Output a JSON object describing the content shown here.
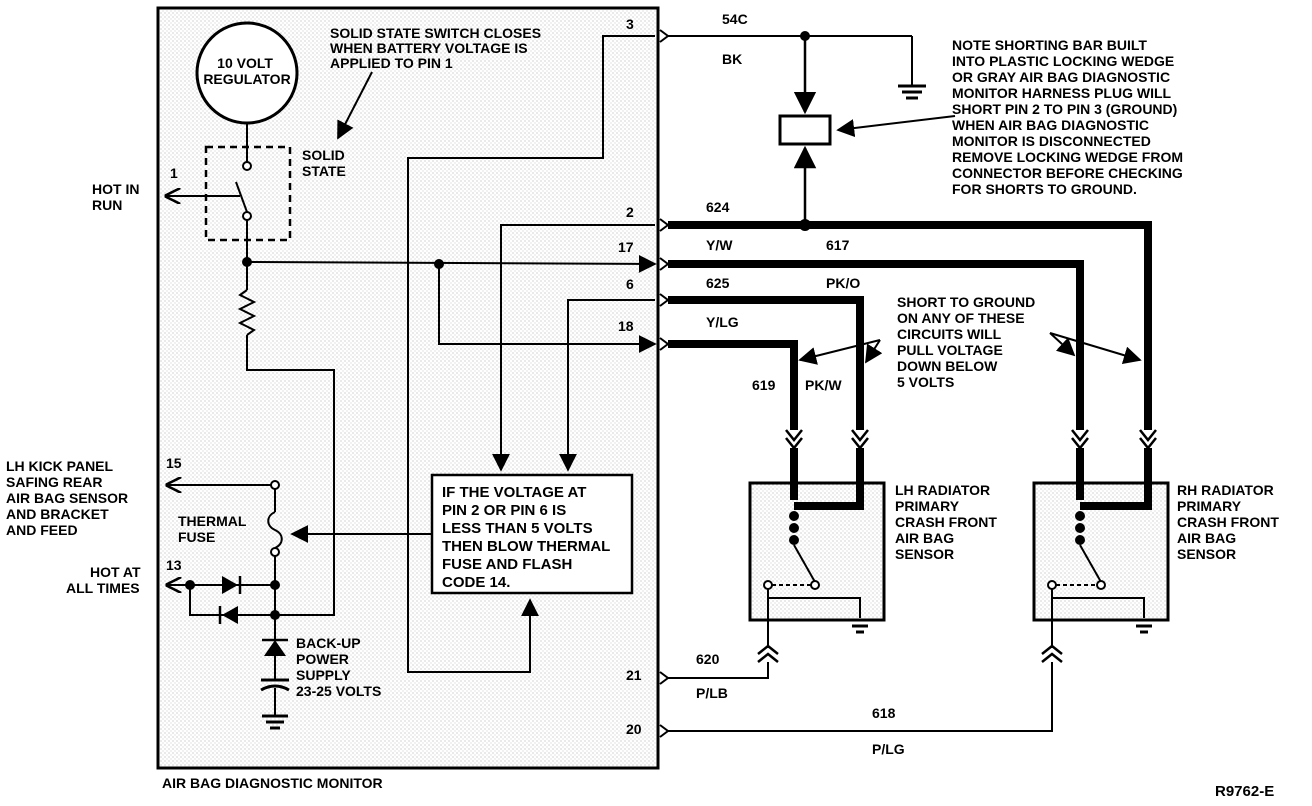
{
  "module_label": "AIR BAG DIAGNOSTIC MONITOR",
  "figure_id": "R9762-E",
  "regulator_label": [
    "10 VOLT",
    "REGULATOR"
  ],
  "solid_state_note": [
    "SOLID STATE SWITCH CLOSES",
    "WHEN BATTERY VOLTAGE IS",
    "APPLIED TO PIN 1"
  ],
  "solid_state_label": [
    "SOLID",
    "STATE"
  ],
  "hot_in_run": [
    "HOT IN",
    "RUN"
  ],
  "lh_kick_panel": [
    "LH KICK PANEL",
    "SAFING REAR",
    "AIR BAG SENSOR",
    "AND BRACKET",
    "AND FEED"
  ],
  "thermal_fuse": [
    "THERMAL",
    "FUSE"
  ],
  "hot_at_all_times": [
    "HOT AT",
    "ALL TIMES"
  ],
  "backup_power": [
    "BACK-UP",
    "POWER",
    "SUPPLY",
    "23-25 VOLTS"
  ],
  "voltage_note": [
    "IF THE VOLTAGE AT",
    "PIN 2 OR PIN 6 IS",
    "LESS THAN 5 VOLTS",
    "THEN BLOW THERMAL",
    "FUSE AND FLASH",
    "CODE 14."
  ],
  "shorting_bar_note": [
    "NOTE SHORTING BAR BUILT",
    "INTO PLASTIC LOCKING WEDGE",
    "OR GRAY AIR BAG DIAGNOSTIC",
    "MONITOR HARNESS PLUG WILL",
    "SHORT PIN 2 TO PIN 3 (GROUND)",
    "WHEN AIR BAG DIAGNOSTIC",
    "MONITOR IS DISCONNECTED",
    "REMOVE LOCKING WEDGE FROM",
    "CONNECTOR BEFORE CHECKING",
    "FOR SHORTS TO GROUND."
  ],
  "short_to_ground_note": [
    "SHORT TO GROUND",
    "ON ANY OF THESE",
    "CIRCUITS WILL",
    "PULL VOLTAGE",
    "DOWN BELOW",
    "5 VOLTS"
  ],
  "lh_sensor": [
    "LH  RADIATOR",
    "PRIMARY",
    "CRASH FRONT",
    "AIR BAG",
    "SENSOR"
  ],
  "rh_sensor": [
    "RH  RADIATOR",
    "PRIMARY",
    "CRASH FRONT",
    "AIR BAG",
    "SENSOR"
  ],
  "pins": {
    "p3": "3",
    "p1": "1",
    "p2": "2",
    "p17": "17",
    "p6": "6",
    "p18": "18",
    "p15": "15",
    "p13": "13",
    "p21": "21",
    "p20": "20"
  },
  "circuits": {
    "c54c": "54C",
    "bk": "BK",
    "c624": "624",
    "yw": "Y/W",
    "c617": "617",
    "c625": "625",
    "pko": "PK/O",
    "ylg": "Y/LG",
    "c619": "619",
    "pkw": "PK/W",
    "c620": "620",
    "plb": "P/LB",
    "c618": "618",
    "plg": "P/LG"
  }
}
